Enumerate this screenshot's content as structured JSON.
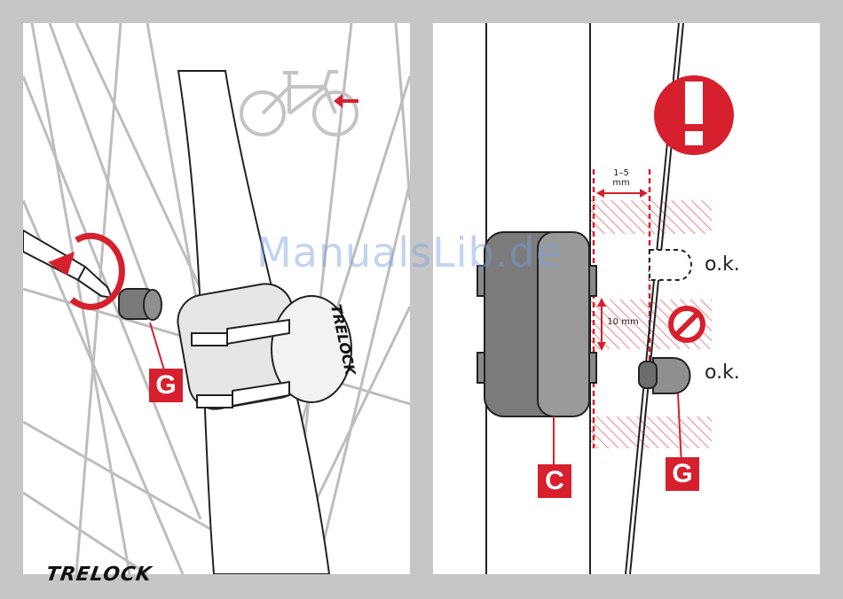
{
  "brand": {
    "logo_text": "TRELOCK",
    "device_brand_text": "TRELOCK"
  },
  "left_panel": {
    "magnet_label": "G"
  },
  "right_panel": {
    "gap_label": "1–5\nmm",
    "gap_label_line1": "1–5",
    "gap_label_line2": "mm",
    "offset_label": "10 mm",
    "ok_label_1": "o.k.",
    "ok_label_2": "o.k.",
    "sensor_label": "C",
    "magnet_label": "G"
  },
  "watermark": "ManualsLib.de",
  "colors": {
    "accent_red": "#d6202e",
    "hatch_red": "#e8868c",
    "background": "#c6c6c6"
  },
  "icons": [
    "bicycle-icon",
    "arrow-left-icon",
    "rotate-arrow-icon",
    "screwdriver-icon",
    "warning-exclamation-icon",
    "prohibited-icon"
  ]
}
